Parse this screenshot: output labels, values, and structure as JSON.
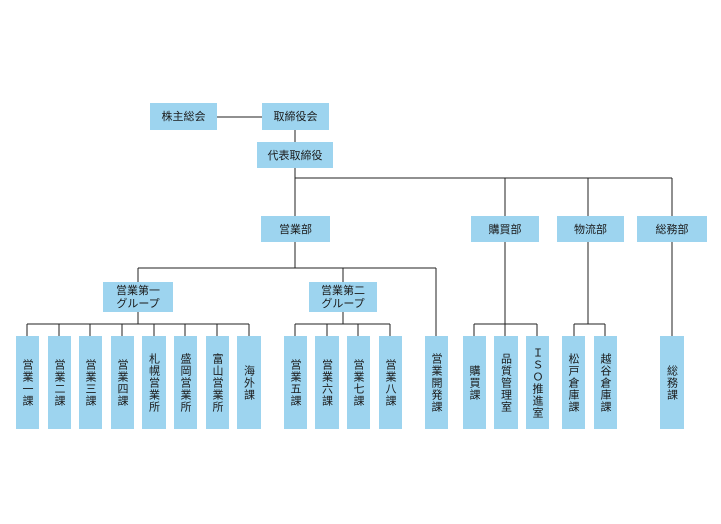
{
  "org": {
    "shareholders": "株主総会",
    "board": "取締役会",
    "representative": "代表取締役",
    "sales_dept": "営業部",
    "purchasing_dept": "購買部",
    "logistics_dept": "物流部",
    "general_affairs_dept": "総務部",
    "sales_group_1": "営業第一\nグループ",
    "sales_group_2": "営業第二\nグループ",
    "group1_units": [
      "営業一課",
      "営業二課",
      "営業三課",
      "営業四課",
      "札幌営業所",
      "盛岡営業所",
      "富山営業所",
      "海外課"
    ],
    "group2_units": [
      "営業五課",
      "営業六課",
      "営業七課",
      "営業八課"
    ],
    "sales_dev": "営業開発課",
    "purchasing_units": [
      "購買課",
      "品質管理室",
      "ＩＳＯ推進室"
    ],
    "logistics_units": [
      "松戸倉庫課",
      "越谷倉庫課"
    ],
    "general_affairs_units": [
      "総務課"
    ]
  }
}
